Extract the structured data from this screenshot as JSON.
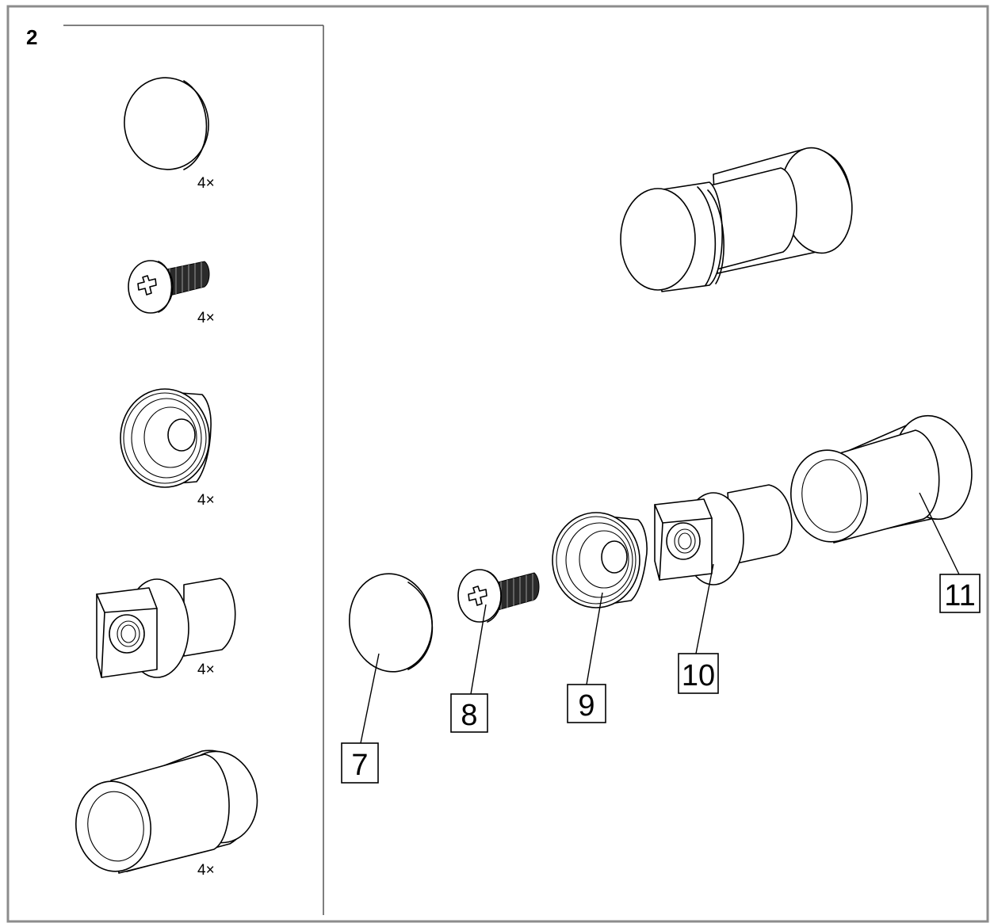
{
  "step": {
    "number": "2"
  },
  "parts_panel": {
    "items": [
      {
        "name": "cover-cap",
        "quantity": "4×"
      },
      {
        "name": "screw",
        "quantity": "4×"
      },
      {
        "name": "washer-cup",
        "quantity": "4×"
      },
      {
        "name": "square-nut-spacer",
        "quantity": "4×"
      },
      {
        "name": "sleeve",
        "quantity": "4×"
      }
    ]
  },
  "exploded_view": {
    "callouts": [
      {
        "part": "cover-cap",
        "label": "7"
      },
      {
        "part": "screw",
        "label": "8"
      },
      {
        "part": "washer-cup",
        "label": "9"
      },
      {
        "part": "square-nut-spacer",
        "label": "10"
      },
      {
        "part": "sleeve",
        "label": "11"
      }
    ]
  },
  "colors": {
    "line": "#000000",
    "background": "#ffffff",
    "frame": "#8c8c8c"
  }
}
